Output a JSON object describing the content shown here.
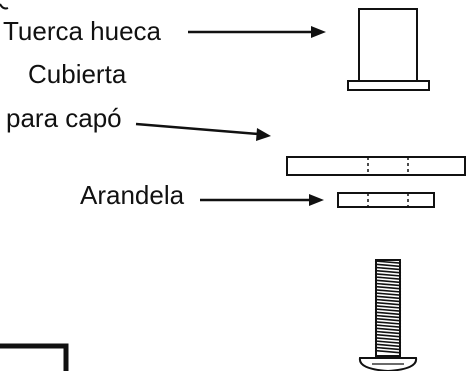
{
  "labels": {
    "hollow_nut": "Tuerca hueca",
    "hood_cover_line1": "Cubierta",
    "hood_cover_line2": "para capó",
    "washer": "Arandela"
  },
  "colors": {
    "ink": "#111111",
    "background": "#ffffff"
  }
}
